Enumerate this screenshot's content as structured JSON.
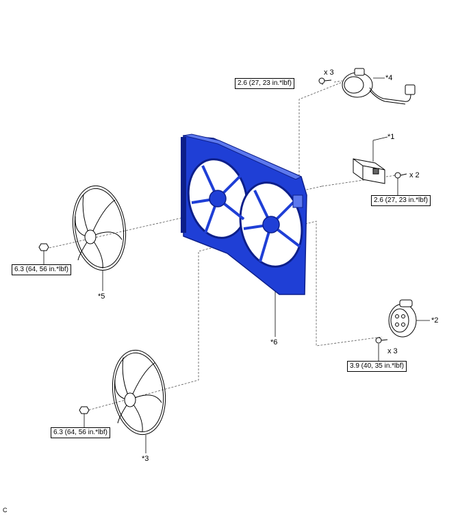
{
  "figure_code": "C",
  "callouts": {
    "part1": "*1",
    "part2": "*2",
    "part3": "*3",
    "part4": "*4",
    "part5": "*5",
    "part6": "*6"
  },
  "quantities": {
    "motor_top_screws": "x 3",
    "resistor_bolts": "x 2",
    "motor_bottom_screws": "x 3"
  },
  "torques": {
    "motor_top": "2.6 (27, 23 in.*lbf)",
    "resistor": "2.6 (27, 23 in.*lbf)",
    "fan_upper_nut": "6.3 (64, 56 in.*lbf)",
    "motor_bottom": "3.9 (40, 35 in.*lbf)",
    "fan_lower_nut": "6.3 (64, 56 in.*lbf)"
  },
  "colors": {
    "shroud_fill": "#1f3fd6",
    "shroud_dark": "#0d1f8a",
    "shroud_light": "#5c78ee",
    "line": "#000000"
  }
}
